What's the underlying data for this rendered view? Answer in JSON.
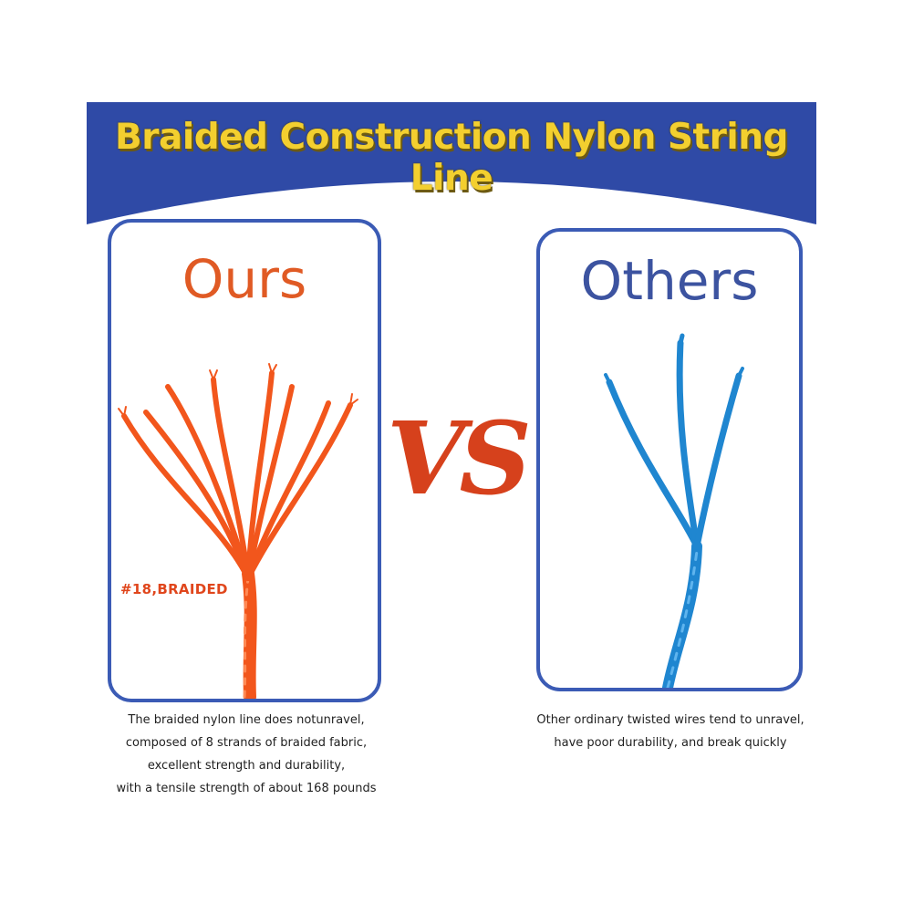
{
  "banner": {
    "title": "Braided Construction Nylon String Line",
    "color": "#2f4aa6",
    "title_color": "#f3cf2f"
  },
  "ours": {
    "heading": "Ours",
    "tag": "#18,BRAIDED",
    "strand_color": "#f2561c",
    "icon": "braided-strands-illustration",
    "description": [
      "The braided nylon line does notunravel,",
      "composed of 8 strands of braided fabric,",
      "excellent strength and durability,",
      "with a tensile strength of about 168 pounds"
    ]
  },
  "vs": {
    "label": "VS",
    "color": "#d6411c"
  },
  "others": {
    "heading": "Others",
    "strand_color": "#1f86d0",
    "icon": "twisted-strands-illustration",
    "description": [
      "Other ordinary twisted wires tend to unravel,",
      "have poor durability, and break quickly"
    ]
  },
  "accent": {
    "border": "#3b5bb5"
  }
}
